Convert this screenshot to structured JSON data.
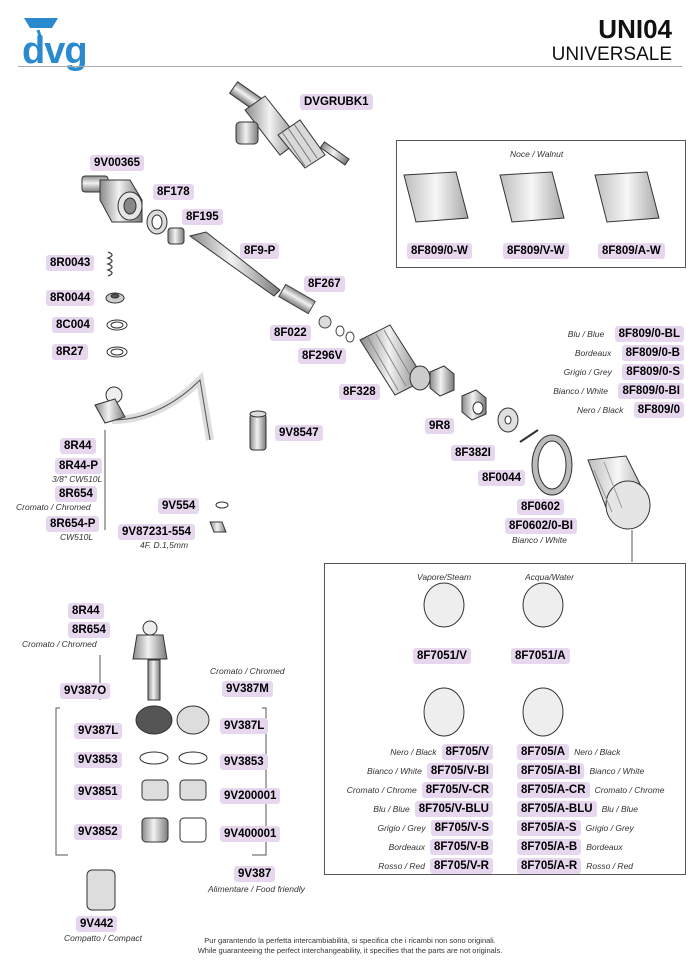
{
  "header": {
    "logo_text": "dvg",
    "logo_color": "#2a8ad0",
    "title": "UNI04",
    "subtitle": "UNIVERSALE"
  },
  "parts": {
    "dvgrubk1": "DVGRUBK1",
    "p9v00365": "9V00365",
    "p8f178": "8F178",
    "p8f195": "8F195",
    "p8f9p": "8F9-P",
    "p8r0043": "8R0043",
    "p8r0044": "8R0044",
    "p8c004": "8C004",
    "p8r27": "8R27",
    "p8f267": "8F267",
    "p8f022": "8F022",
    "p8f296v": "8F296V",
    "p8f328": "8F328",
    "p9r8": "9R8",
    "p8f382i": "8F382I",
    "p8f0044": "8F0044",
    "p8f0602": "8F0602",
    "p8f0602bi": "8F0602/0-BI",
    "p8r44": "8R44",
    "p8r44p": "8R44-P",
    "p8r654": "8R654",
    "p8r654p": "8R654-P",
    "p9v8547": "9V8547",
    "p9v554": "9V554",
    "p9v87231": "9V87231-554",
    "p8r44b": "8R44",
    "p8r654b": "8R654",
    "p9v387o": "9V387O",
    "p9v387m": "9V387M",
    "p9v387l_a": "9V387L",
    "p9v387l_b": "9V387L",
    "p9v3853_a": "9V3853",
    "p9v3853_b": "9V3853",
    "p9v3851": "9V3851",
    "p9v200001": "9V200001",
    "p9v3852": "9V3852",
    "p9v400001": "9V400001",
    "p9v387": "9V387",
    "p9v442": "9V442"
  },
  "notes": {
    "cw510l_a": "3/8\" CW510L",
    "cromato_a": "Cromato / Chromed",
    "cw510l_b": "CW510L",
    "fd15": "4F. D.1,5mm",
    "bianco_white": "Bianco / White",
    "cromato_b": "Cromato / Chromed",
    "cromato_c": "Cromato / Chromed",
    "alimentare": "Alimentare / Food friendly",
    "compatto": "Compatto / Compact"
  },
  "walnut_box": {
    "title": "Noce / Walnut",
    "items": [
      "8F809/0-W",
      "8F809/V-W",
      "8F809/A-W"
    ]
  },
  "knob_colors": [
    {
      "label": "Blu / Blue",
      "code": "8F809/0-BL"
    },
    {
      "label": "Bordeaux",
      "code": "8F809/0-B"
    },
    {
      "label": "Grigio / Grey",
      "code": "8F809/0-S"
    },
    {
      "label": "Bianco / White",
      "code": "8F809/0-BI"
    },
    {
      "label": "Nero / Black",
      "code": "8F809/0"
    }
  ],
  "caps_box": {
    "steam_title": "Vapore/Steam",
    "water_title": "Acqua/Water",
    "steam_code": "8F7051/V",
    "water_code": "8F7051/A",
    "left_rows": [
      {
        "label": "Nero / Black",
        "code": "8F705/V"
      },
      {
        "label": "Bianco / White",
        "code": "8F705/V-BI"
      },
      {
        "label": "Cromato / Chrome",
        "code": "8F705/V-CR"
      },
      {
        "label": "Blu / Blue",
        "code": "8F705/V-BLU"
      },
      {
        "label": "Grigio / Grey",
        "code": "8F705/V-S"
      },
      {
        "label": "Bordeaux",
        "code": "8F705/V-B"
      },
      {
        "label": "Rosso / Red",
        "code": "8F705/V-R"
      }
    ],
    "right_rows": [
      {
        "label": "Nero / Black",
        "code": "8F705/A"
      },
      {
        "label": "Bianco / White",
        "code": "8F705/A-BI"
      },
      {
        "label": "Cromato / Chrome",
        "code": "8F705/A-CR"
      },
      {
        "label": "Blu / Blue",
        "code": "8F705/A-BLU"
      },
      {
        "label": "Grigio / Grey",
        "code": "8F705/A-S"
      },
      {
        "label": "Bordeaux",
        "code": "8F705/A-B"
      },
      {
        "label": "Rosso / Red",
        "code": "8F705/A-R"
      }
    ]
  },
  "footer": {
    "line1": "Pur garantendo la perfetta intercambiabilità, si specifica che i ricambi non sono originali.",
    "line2": "While guaranteeing the perfect interchangeability, it specifies that the parts are not originals."
  },
  "colors": {
    "tag_bg": "#e6d7ee",
    "line": "#555555",
    "logo": "#2a8ad0"
  }
}
